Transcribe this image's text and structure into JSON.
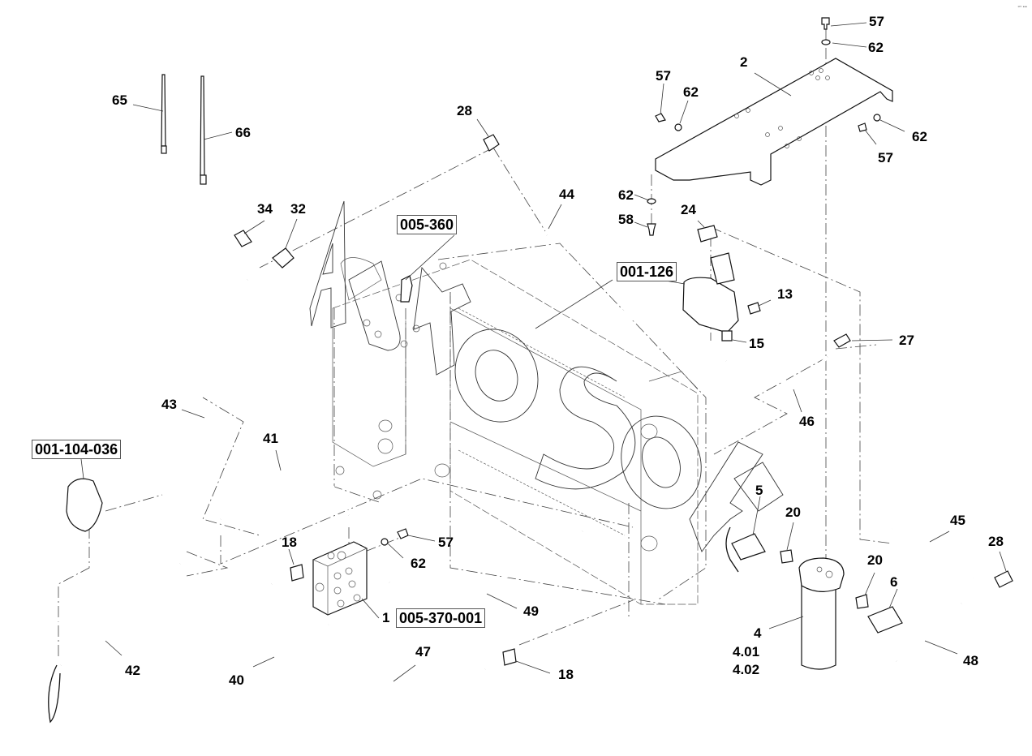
{
  "diagram": {
    "type": "exploded-parts-diagram",
    "watermark": "Autosoft",
    "corner_mark": "ᵉᵐ •••"
  },
  "part_labels": [
    {
      "id": "p57a",
      "text": "57"
    },
    {
      "id": "p62a",
      "text": "62"
    },
    {
      "id": "p2",
      "text": "2"
    },
    {
      "id": "p57b",
      "text": "57"
    },
    {
      "id": "p62b",
      "text": "62"
    },
    {
      "id": "p62c",
      "text": "62"
    },
    {
      "id": "p57c",
      "text": "57"
    },
    {
      "id": "p65",
      "text": "65"
    },
    {
      "id": "p66",
      "text": "66"
    },
    {
      "id": "p28a",
      "text": "28"
    },
    {
      "id": "p44",
      "text": "44"
    },
    {
      "id": "p62d",
      "text": "62"
    },
    {
      "id": "p58",
      "text": "58"
    },
    {
      "id": "p24",
      "text": "24"
    },
    {
      "id": "p34",
      "text": "34"
    },
    {
      "id": "p32",
      "text": "32"
    },
    {
      "id": "p13",
      "text": "13"
    },
    {
      "id": "p15",
      "text": "15"
    },
    {
      "id": "p27",
      "text": "27"
    },
    {
      "id": "p46",
      "text": "46"
    },
    {
      "id": "p43",
      "text": "43"
    },
    {
      "id": "p41",
      "text": "41"
    },
    {
      "id": "p5",
      "text": "5"
    },
    {
      "id": "p20a",
      "text": "20"
    },
    {
      "id": "p45",
      "text": "45"
    },
    {
      "id": "p28b",
      "text": "28"
    },
    {
      "id": "p18a",
      "text": "18"
    },
    {
      "id": "p57d",
      "text": "57"
    },
    {
      "id": "p62e",
      "text": "62"
    },
    {
      "id": "p20b",
      "text": "20"
    },
    {
      "id": "p6",
      "text": "6"
    },
    {
      "id": "p1",
      "text": "1"
    },
    {
      "id": "p49",
      "text": "49"
    },
    {
      "id": "p4",
      "text": "4"
    },
    {
      "id": "p401",
      "text": "4.01"
    },
    {
      "id": "p402",
      "text": "4.02"
    },
    {
      "id": "p48",
      "text": "48"
    },
    {
      "id": "p42",
      "text": "42"
    },
    {
      "id": "p40",
      "text": "40"
    },
    {
      "id": "p47",
      "text": "47"
    },
    {
      "id": "p18b",
      "text": "18"
    }
  ],
  "reference_boxes": [
    {
      "id": "r005360",
      "text": "005-360"
    },
    {
      "id": "r001126",
      "text": "001-126"
    },
    {
      "id": "r001104036",
      "text": "001-104-036"
    },
    {
      "id": "r005370001",
      "text": "005-370-001"
    }
  ]
}
